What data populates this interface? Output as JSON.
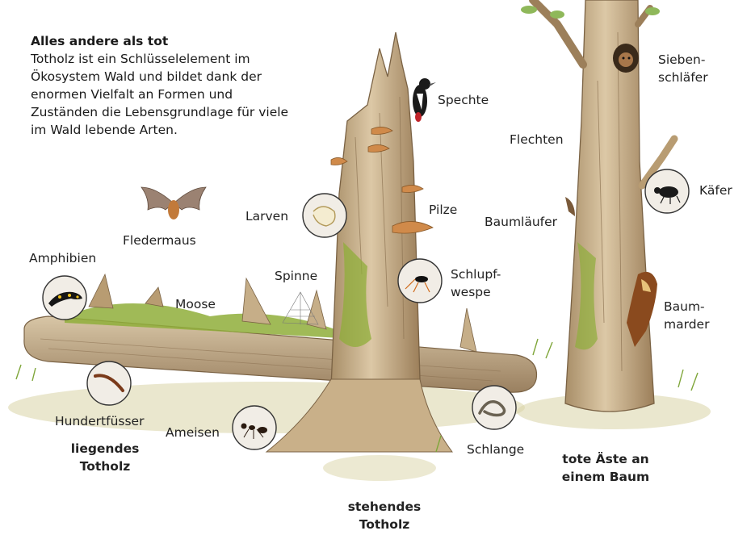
{
  "intro": {
    "title": "Alles andere als tot",
    "text": "Totholz ist ein Schlüsselelement im Ökosystem Wald und bildet dank der enormen Vielfalt an Formen und Zuständen die Lebensgrundlage für viele im Wald lebende Arten."
  },
  "labels": {
    "spechte": "Spechte",
    "siebenschlaefer": "Sieben-\nschläfer",
    "flechten": "Flechten",
    "kaefer": "Käfer",
    "larven": "Larven",
    "pilze": "Pilze",
    "baumlaeufer": "Baumläufer",
    "fledermaus": "Fledermaus",
    "amphibien": "Amphibien",
    "spinne": "Spinne",
    "schlupfwespe": "Schlupf-\nwespe",
    "moose": "Moose",
    "baummarder": "Baum-\nmarder",
    "hundertfuesser": "Hundertfüsser",
    "ameisen": "Ameisen",
    "schlange": "Schlange"
  },
  "categories": {
    "liegend": "liegendes\nTotholz",
    "stehend": "stehendes\nTotholz",
    "aeste": "tote Äste an\neinem Baum"
  },
  "icons": [
    "salamander-icon",
    "millipede-icon",
    "ant-icon",
    "larva-icon",
    "ichneumon-wasp-icon",
    "snake-icon",
    "beetle-icon"
  ],
  "colors": {
    "wood": "#c9b089",
    "wood_dark": "#8a6d4b",
    "moss": "#8fae3a",
    "fungus": "#d08a4a",
    "badge_bg": "#f1ede6"
  }
}
